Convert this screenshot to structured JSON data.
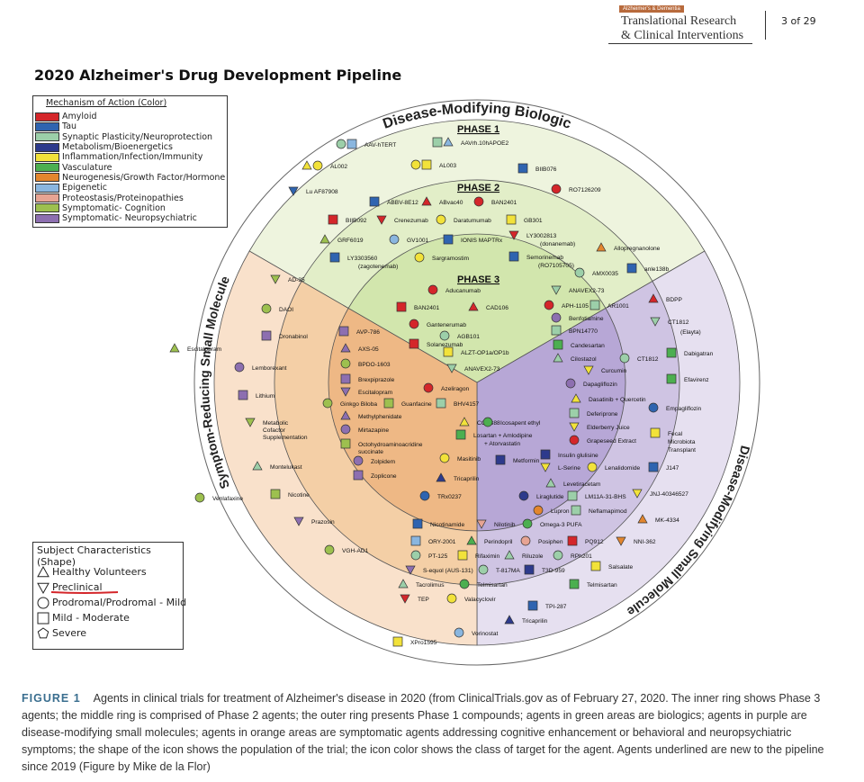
{
  "header": {
    "journal_small": "Alzheimer's & Dementia",
    "journal_line1": "Translational Research",
    "journal_line2": "& Clinical Interventions",
    "page": "3 of 29"
  },
  "title": "2020 Alzheimer's Drug Development Pipeline",
  "moa_legend": {
    "title": "Mechanism of Action (Color)",
    "items": [
      {
        "label": "Amyloid",
        "color": "#d4262a"
      },
      {
        "label": "Tau",
        "color": "#2f64b0"
      },
      {
        "label": "Synaptic Plasticity/Neuroprotection",
        "color": "#9ccfa9"
      },
      {
        "label": "Metabolism/Bioenergetics",
        "color": "#2d3a8c"
      },
      {
        "label": "Inflammation/Infection/Immunity",
        "color": "#f2e23a"
      },
      {
        "label": "Vasculature",
        "color": "#4caf50"
      },
      {
        "label": "Neurogenesis/Growth Factor/Hormone",
        "color": "#e3862e"
      },
      {
        "label": "Epigenetic",
        "color": "#8ab6df"
      },
      {
        "label": "Proteostasis/Proteinopathies",
        "color": "#e7a493"
      },
      {
        "label": "Symptomatic- Cognition",
        "color": "#9dc04f"
      },
      {
        "label": "Symptomatic- Neuropsychiatric",
        "color": "#8d6fb0"
      }
    ]
  },
  "shape_legend": {
    "title": "Subject Characteristics (Shape)",
    "items": [
      {
        "label": "Healthy Volunteers",
        "icon": "triangle-up-icon"
      },
      {
        "label": "Preclinical",
        "icon": "triangle-down-icon"
      },
      {
        "label": "Prodromal/Prodromal - Mild",
        "icon": "circle-icon"
      },
      {
        "label": "Mild - Moderate",
        "icon": "square-icon"
      },
      {
        "label": "Severe",
        "icon": "pentagon-icon"
      }
    ]
  },
  "diagram": {
    "arc_labels": {
      "top": "Disease-Modifying Biologic",
      "left": "Symptom-Reducing Small Molecule",
      "right": "Disease-Modifying Small Molecule"
    },
    "phases": [
      "PHASE 1",
      "PHASE 2",
      "PHASE 3"
    ],
    "colors": {
      "outer_orange": "#f9e1cb",
      "mid_orange": "#f4cfa6",
      "inner_orange": "#eeb885",
      "outer_purple": "#e6e0f0",
      "mid_purple": "#cfc4e3",
      "inner_purple": "#b7a7d6",
      "outer_green": "#eef4de",
      "mid_green": "#e2eec8",
      "inner_green": "#d2e6ad"
    },
    "agents": [
      {
        "t": "AAV-hTERT",
        "c": [
          "#9ccfa9",
          "#8ab6df"
        ]
      },
      {
        "t": "AAVrh.10hAPOE2",
        "c": [
          "#9ccfa9",
          "#8ab6df"
        ]
      },
      {
        "t": "AL002",
        "c": [
          "#f2e23a",
          "#f2e23a"
        ]
      },
      {
        "t": "AL003",
        "c": [
          "#f2e23a",
          "#f2e23a"
        ]
      },
      {
        "t": "BIIB076",
        "c": [
          "#2f64b0"
        ]
      },
      {
        "t": "Lu AF87908",
        "c": [
          "#2f64b0"
        ]
      },
      {
        "t": "RO7126209",
        "c": [
          "#d4262a"
        ]
      },
      {
        "t": "ABBV-8E12",
        "c": [
          "#2f64b0"
        ]
      },
      {
        "t": "ABvac40",
        "c": [
          "#d4262a"
        ]
      },
      {
        "t": "BAN2401",
        "c": [
          "#d4262a"
        ]
      },
      {
        "t": "BIIB092",
        "c": [
          "#d4262a"
        ]
      },
      {
        "t": "Crenezumab",
        "c": [
          "#d4262a"
        ]
      },
      {
        "t": "Daratumumab",
        "c": [
          "#f2e23a"
        ]
      },
      {
        "t": "GB301",
        "c": [
          "#f2e23a"
        ]
      },
      {
        "t": "GRF6019",
        "c": [
          "#9dc04f"
        ]
      },
      {
        "t": "GV1001",
        "c": [
          "#8ab6df"
        ]
      },
      {
        "t": "IONIS MAPTRx",
        "c": [
          "#2f64b0"
        ]
      },
      {
        "t": "LY3002813",
        "c": [
          "#d4262a"
        ]
      },
      {
        "t": "(donanemab)",
        "c": []
      },
      {
        "t": "LY3303560",
        "c": [
          "#2f64b0"
        ]
      },
      {
        "t": "(zagotenemab)",
        "c": []
      },
      {
        "t": "Sargramostim",
        "c": [
          "#f2e23a"
        ]
      },
      {
        "t": "Semorinemab",
        "c": [
          "#2f64b0"
        ]
      },
      {
        "t": "(RO7105705)",
        "c": []
      },
      {
        "t": "Aducanumab",
        "c": [
          "#d4262a"
        ]
      },
      {
        "t": "BAN2401",
        "c": [
          "#d4262a"
        ]
      },
      {
        "t": "CAD106",
        "c": [
          "#d4262a"
        ]
      },
      {
        "t": "Gantenerumab",
        "c": [
          "#d4262a"
        ]
      },
      {
        "t": "Solanezumab",
        "c": [
          "#d4262a"
        ]
      },
      {
        "t": "AD-35",
        "c": [
          "#9dc04f"
        ]
      },
      {
        "t": "DAOI",
        "c": [
          "#9dc04f"
        ]
      },
      {
        "t": "Dronabinol",
        "c": [
          "#8d6fb0"
        ]
      },
      {
        "t": "Escitalopram",
        "c": [
          "#9dc04f"
        ]
      },
      {
        "t": "Lemborexant",
        "c": [
          "#8d6fb0"
        ]
      },
      {
        "t": "Lithium",
        "c": [
          "#8d6fb0"
        ]
      },
      {
        "t": "Metabolic",
        "c": [
          "#9dc04f"
        ]
      },
      {
        "t": "Cofactor",
        "c": []
      },
      {
        "t": "Supplementation",
        "c": []
      },
      {
        "t": "Montelukast",
        "c": [
          "#9ccfa9"
        ]
      },
      {
        "t": "Venlafaxine",
        "c": [
          "#9dc04f"
        ]
      },
      {
        "t": "Nicotine",
        "c": [
          "#9dc04f"
        ]
      },
      {
        "t": "Prazosin",
        "c": [
          "#8d6fb0"
        ]
      },
      {
        "t": "VGH-AD1",
        "c": [
          "#9dc04f"
        ]
      },
      {
        "t": "AVP-786",
        "c": [
          "#8d6fb0"
        ]
      },
      {
        "t": "AXS-05",
        "c": [
          "#8d6fb0"
        ]
      },
      {
        "t": "BPDO-1603",
        "c": [
          "#9dc04f"
        ]
      },
      {
        "t": "Brexpiprazole",
        "c": [
          "#8d6fb0"
        ]
      },
      {
        "t": "Escitalopram",
        "c": [
          "#8d6fb0"
        ]
      },
      {
        "t": "Ginkgo Biloba",
        "c": [
          "#9dc04f"
        ]
      },
      {
        "t": "Guanfacine",
        "c": [
          "#9dc04f"
        ]
      },
      {
        "t": "Methylphenidate",
        "c": [
          "#8d6fb0"
        ]
      },
      {
        "t": "Mirtazapine",
        "c": [
          "#8d6fb0"
        ]
      },
      {
        "t": "Octohydroaminoacridine",
        "c": [
          "#9dc04f"
        ]
      },
      {
        "t": "succinate",
        "c": []
      },
      {
        "t": "Zolpidem",
        "c": [
          "#8d6fb0"
        ]
      },
      {
        "t": "Zoplicone",
        "c": [
          "#8d6fb0"
        ]
      },
      {
        "t": "Allopregnanolone",
        "c": [
          "#e3862e"
        ]
      },
      {
        "t": "AMX0035",
        "c": [
          "#9ccfa9"
        ]
      },
      {
        "t": "anle138b",
        "c": [
          "#2f64b0"
        ]
      },
      {
        "t": "ANAVEX2-73",
        "c": [
          "#9ccfa9"
        ]
      },
      {
        "t": "APH-1105",
        "c": [
          "#d4262a"
        ]
      },
      {
        "t": "AR1001",
        "c": [
          "#9ccfa9"
        ]
      },
      {
        "t": "BDPP",
        "c": [
          "#d4262a"
        ]
      },
      {
        "t": "Benfotiamine",
        "c": [
          "#8d6fb0"
        ]
      },
      {
        "t": "BPN14770",
        "c": [
          "#9ccfa9"
        ]
      },
      {
        "t": "CT1812",
        "c": [
          "#9ccfa9"
        ]
      },
      {
        "t": "(Elayta)",
        "c": []
      },
      {
        "t": "Candesartan",
        "c": [
          "#4caf50"
        ]
      },
      {
        "t": "Cilostazol",
        "c": [
          "#9ccfa9"
        ]
      },
      {
        "t": "CT1812",
        "c": [
          "#9ccfa9"
        ]
      },
      {
        "t": "Dabigatran",
        "c": [
          "#4caf50"
        ]
      },
      {
        "t": "Curcumin",
        "c": [
          "#f2e23a"
        ]
      },
      {
        "t": "Dapagliflozin",
        "c": [
          "#8d6fb0"
        ]
      },
      {
        "t": "Efavirenz",
        "c": [
          "#4caf50"
        ]
      },
      {
        "t": "Dasatinib + Quercetin",
        "c": [
          "#f2e23a"
        ]
      },
      {
        "t": "Empagliflozin",
        "c": [
          "#2f64b0"
        ]
      },
      {
        "t": "Deferiprone",
        "c": [
          "#9ccfa9"
        ]
      },
      {
        "t": "Elderberry Juice",
        "c": [
          "#f2e23a"
        ]
      },
      {
        "t": "Grapeseed Extract",
        "c": [
          "#d4262a"
        ]
      },
      {
        "t": "Fecal",
        "c": [
          "#f2e23a"
        ]
      },
      {
        "t": "Microbiota",
        "c": []
      },
      {
        "t": "Transplant",
        "c": []
      },
      {
        "t": "Insulin glulisine",
        "c": [
          "#2d3a8c"
        ]
      },
      {
        "t": "L-Serine",
        "c": [
          "#f2e23a"
        ]
      },
      {
        "t": "Lenalidomide",
        "c": [
          "#f2e23a"
        ]
      },
      {
        "t": "J147",
        "c": [
          "#2f64b0"
        ]
      },
      {
        "t": "Levetiracetam",
        "c": [
          "#9ccfa9"
        ]
      },
      {
        "t": "Liraglutide",
        "c": [
          "#2d3a8c"
        ]
      },
      {
        "t": "LM11A-31-BHS",
        "c": [
          "#9ccfa9"
        ]
      },
      {
        "t": "JNJ-40346527",
        "c": [
          "#f2e23a"
        ]
      },
      {
        "t": "Lupron",
        "c": [
          "#e3862e"
        ]
      },
      {
        "t": "Neflamapimod",
        "c": [
          "#9ccfa9"
        ]
      },
      {
        "t": "MK-4334",
        "c": [
          "#e3862e"
        ]
      },
      {
        "t": "AGB101",
        "c": [
          "#9ccfa9"
        ]
      },
      {
        "t": "ALZT-OP1a/OP1b",
        "c": [
          "#f2e23a"
        ]
      },
      {
        "t": "ANAVEX2-73",
        "c": [
          "#9ccfa9"
        ]
      },
      {
        "t": "Azeliragon",
        "c": [
          "#d4262a"
        ]
      },
      {
        "t": "BHV4157",
        "c": [
          "#9ccfa9"
        ]
      },
      {
        "t": "COR388",
        "c": [
          "#f2e23a"
        ]
      },
      {
        "t": "Icosapent ethyl",
        "c": [
          "#4caf50"
        ]
      },
      {
        "t": "Losartan + Amlodipine",
        "c": [
          "#4caf50"
        ]
      },
      {
        "t": "+ Atorvastatin",
        "c": []
      },
      {
        "t": "Masitinib",
        "c": [
          "#f2e23a"
        ]
      },
      {
        "t": "Metformin",
        "c": [
          "#2d3a8c"
        ]
      },
      {
        "t": "Tricaprilin",
        "c": [
          "#2d3a8c"
        ]
      },
      {
        "t": "TRx0237",
        "c": [
          "#2f64b0"
        ]
      },
      {
        "t": "Nicotinamide",
        "c": [
          "#2f64b0"
        ]
      },
      {
        "t": "Nilotinib",
        "c": [
          "#e7a493"
        ]
      },
      {
        "t": "Omega-3 PUFA",
        "c": [
          "#4caf50"
        ]
      },
      {
        "t": "ORY-2001",
        "c": [
          "#8ab6df"
        ]
      },
      {
        "t": "Perindopril",
        "c": [
          "#4caf50"
        ]
      },
      {
        "t": "Posiphen",
        "c": [
          "#e7a493"
        ]
      },
      {
        "t": "PQ912",
        "c": [
          "#d4262a"
        ]
      },
      {
        "t": "NNI-362",
        "c": [
          "#e3862e"
        ]
      },
      {
        "t": "PT-125",
        "c": [
          "#9ccfa9"
        ]
      },
      {
        "t": "Rifaximin",
        "c": [
          "#f2e23a"
        ]
      },
      {
        "t": "Riluzole",
        "c": [
          "#9ccfa9"
        ]
      },
      {
        "t": "RPh201",
        "c": [
          "#9ccfa9"
        ]
      },
      {
        "t": "Salsalate",
        "c": [
          "#f2e23a"
        ]
      },
      {
        "t": "S-equol (AUS-131)",
        "c": [
          "#8d6fb0"
        ]
      },
      {
        "t": "T-817MA",
        "c": [
          "#9ccfa9"
        ]
      },
      {
        "t": "T3D-959",
        "c": [
          "#2d3a8c"
        ]
      },
      {
        "t": "Tacrolimus",
        "c": [
          "#9ccfa9"
        ]
      },
      {
        "t": "Telmisartan",
        "c": [
          "#4caf50"
        ]
      },
      {
        "t": "Telmisartan",
        "c": [
          "#4caf50"
        ]
      },
      {
        "t": "TEP",
        "c": [
          "#d4262a"
        ]
      },
      {
        "t": "Valacyclovir",
        "c": [
          "#f2e23a"
        ]
      },
      {
        "t": "TPI-287",
        "c": [
          "#2f64b0"
        ]
      },
      {
        "t": "Tricaprilin",
        "c": [
          "#2d3a8c"
        ]
      },
      {
        "t": "Vorinostat",
        "c": [
          "#8ab6df"
        ]
      },
      {
        "t": "XPro1595",
        "c": [
          "#f2e23a"
        ]
      }
    ]
  },
  "caption": {
    "label": "FIGURE 1",
    "text": "Agents in clinical trials for treatment of Alzheimer's disease in 2020 (from ClinicalTrials.gov as of February 27, 2020. The inner ring shows Phase 3 agents; the middle ring is comprised of Phase 2 agents; the outer ring presents Phase 1 compounds; agents in green areas are biologics; agents in purple are disease-modifying small molecules; agents in orange areas are symptomatic agents addressing cognitive enhancement or behavioral and neuropsychiatric symptoms; the shape of the icon shows the population of the trial; the icon color shows the class of target for the agent. Agents underlined are new to the pipeline since 2019 (Figure by Mike de la Flor)"
  }
}
